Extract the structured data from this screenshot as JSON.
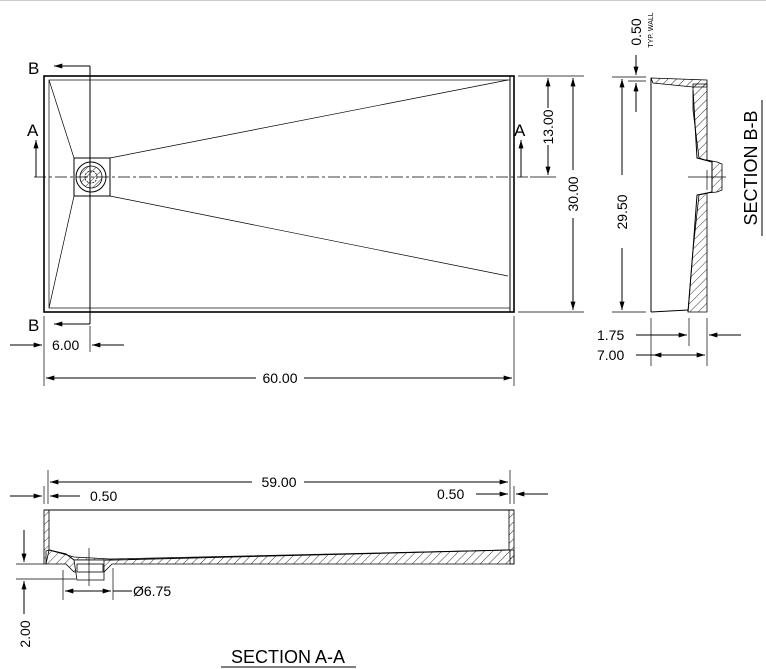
{
  "plan_view": {
    "section_marker_b": "B",
    "section_marker_a": "A",
    "dim_drain_depth": "13.00",
    "dim_width": "30.00",
    "dim_drain_offset": "6.00",
    "dim_length": "60.00"
  },
  "section_b_b": {
    "title": "SECTION B-B",
    "dim_wall": "0.50",
    "wall_note": "TYP. WALL",
    "dim_inner": "29.50",
    "dim_slope": "1.75",
    "dim_height": "7.00"
  },
  "section_a_a": {
    "title": "SECTION A-A",
    "dim_inner_length": "59.00",
    "dim_wall_left": "0.50",
    "dim_wall_right": "0.50",
    "dim_drain_dia": "Ø6.75",
    "dim_drain_height": "2.00"
  }
}
